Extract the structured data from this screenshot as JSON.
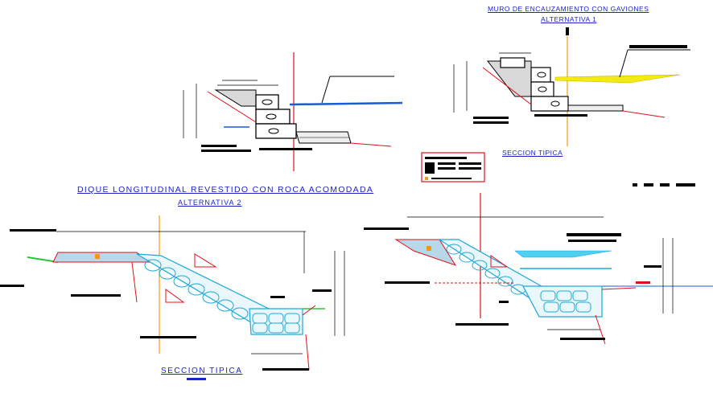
{
  "drawing": {
    "title_muro": "MURO DE ENCAUZAMIENTO CON GAVIONES",
    "alt_1": "ALTERNATIVA  1",
    "title_dique": "DIQUE  LONGITUDINAL REVESTIDO  CON ROCA  ACOMODADA",
    "alt_2": "ALTERNATIVA   2",
    "seccion_tipica_1": "SECCION TIPICA",
    "seccion_tipica_2": "SECCION TIPICA"
  },
  "colors": {
    "title_blue": "#1a24c8",
    "axis_red": "#e0101a",
    "water_blue": "#1a5bd8",
    "rock_cyan": "#1aa8d8",
    "ground_green": "#2ec43a",
    "fill_yellow": "#f2ea12",
    "line_black": "#000000",
    "dim_orange": "#f29a10"
  }
}
